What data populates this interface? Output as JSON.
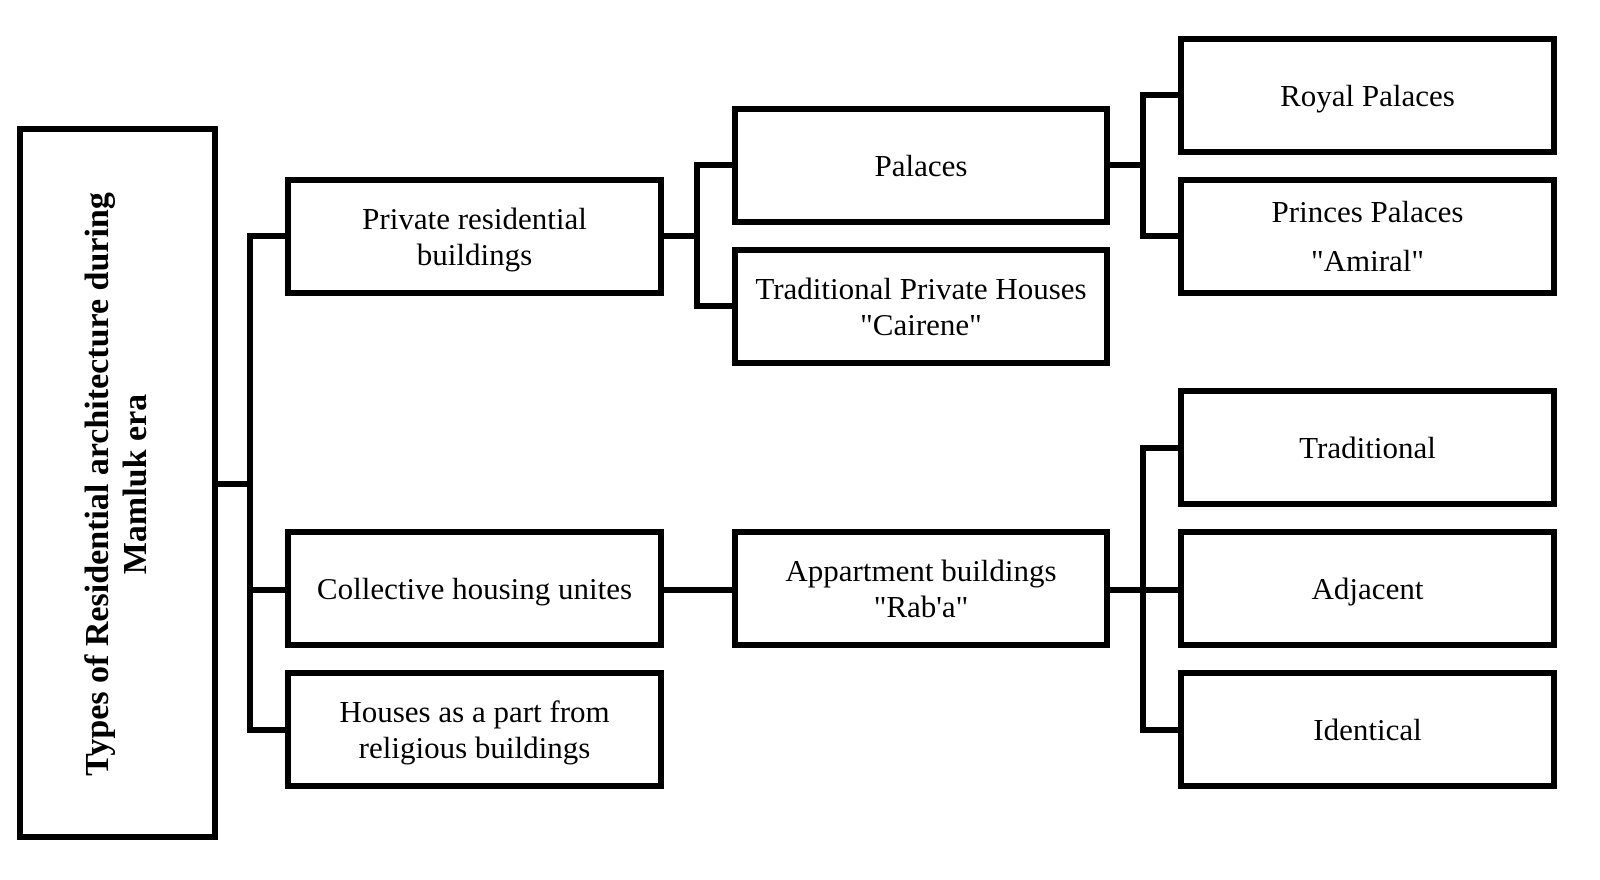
{
  "root": {
    "line1": "Types of Residential architecture during",
    "line2": "Mamluk era"
  },
  "level1": {
    "private": {
      "line1": "Private residential",
      "line2": "buildings"
    },
    "collective": {
      "line1": "Collective housing unites"
    },
    "religious": {
      "line1": "Houses as a part from",
      "line2": "religious buildings"
    }
  },
  "level2": {
    "palaces": {
      "line1": "Palaces"
    },
    "traditional_houses": {
      "line1": "Traditional Private Houses",
      "line2": "\"Cairene\""
    },
    "apartments": {
      "line1": "Appartment buildings",
      "line2": "\"Rab'a\""
    }
  },
  "level3": {
    "royal": {
      "line1": "Royal Palaces"
    },
    "princes": {
      "line1": "Princes Palaces",
      "line2": "\"Amiral\""
    },
    "traditional": {
      "line1": "Traditional"
    },
    "adjacent": {
      "line1": "Adjacent"
    },
    "identical": {
      "line1": "Identical"
    }
  }
}
